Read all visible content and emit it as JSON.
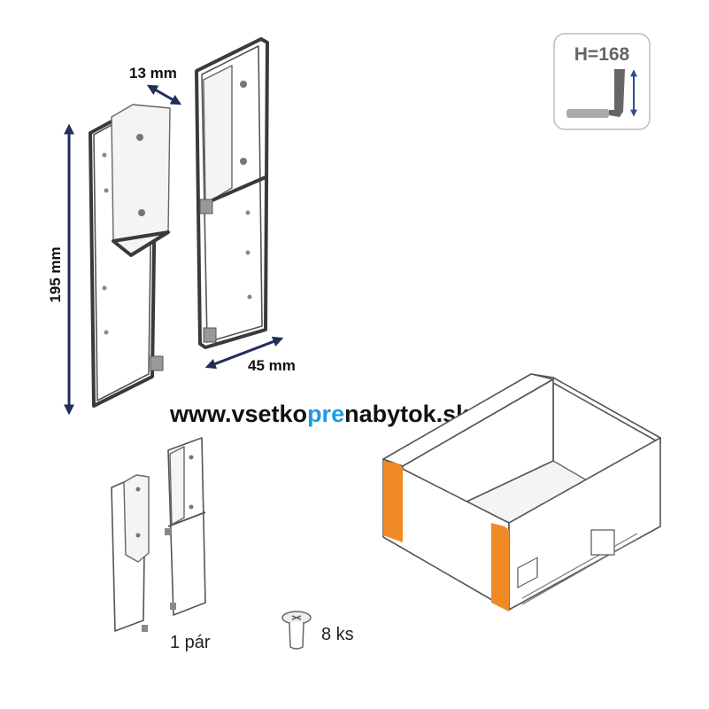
{
  "dimensions": {
    "depth": "13 mm",
    "height": "195 mm",
    "width": "45 mm"
  },
  "website": {
    "prefix": "www.vsetko",
    "highlight": "pre",
    "suffix": "nabytok.sk",
    "highlight_color": "#1e9be0"
  },
  "height_badge": {
    "label": "H=168",
    "arrow_color": "#2b4f8a"
  },
  "package": {
    "brackets_qty": "1 pár",
    "screws_qty": "8 ks"
  },
  "colors": {
    "front_strip": "#f08a24",
    "dimension_arrow": "#1f2f57"
  }
}
